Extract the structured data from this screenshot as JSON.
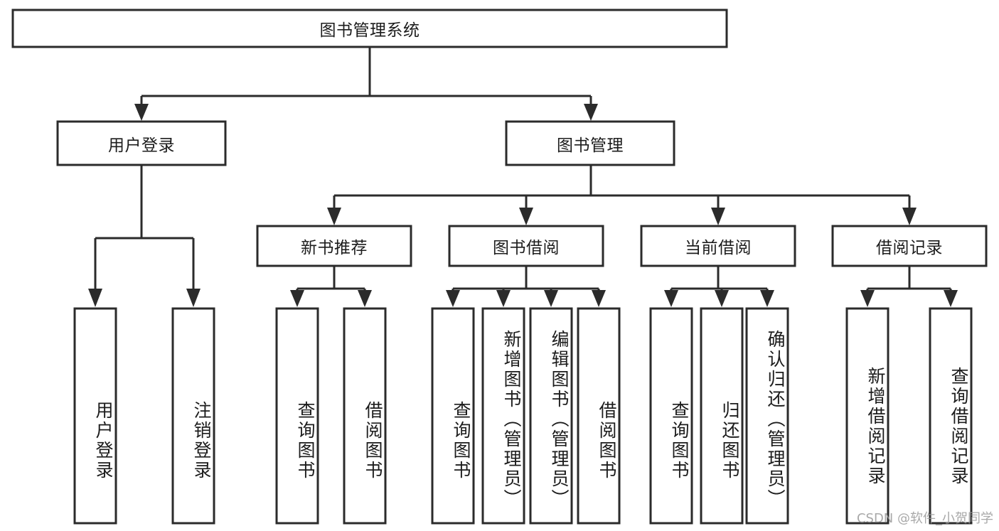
{
  "diagram": {
    "title": "图书管理系统",
    "type": "hierarchy-tree",
    "root": {
      "label": "图书管理系统"
    },
    "level2": [
      {
        "label": "用户登录"
      },
      {
        "label": "图书管理"
      }
    ],
    "level3": [
      {
        "label": "新书推荐"
      },
      {
        "label": "图书借阅"
      },
      {
        "label": "当前借阅"
      },
      {
        "label": "借阅记录"
      }
    ],
    "leaves": {
      "user_login": [
        {
          "label": "用户登录"
        },
        {
          "label": "注销登录"
        }
      ],
      "new_book_recommend": [
        {
          "label": "查询图书"
        },
        {
          "label": "借阅图书"
        }
      ],
      "book_borrow": [
        {
          "label": "查询图书"
        },
        {
          "label": "新增图书（管理员）"
        },
        {
          "label": "编辑图书（管理员）"
        },
        {
          "label": "借阅图书"
        }
      ],
      "current_borrow": [
        {
          "label": "查询图书"
        },
        {
          "label": "归还图书"
        },
        {
          "label": "确认归还（管理员）"
        }
      ],
      "borrow_record": [
        {
          "label": "新增借阅记录"
        },
        {
          "label": "查询借阅记录"
        }
      ]
    }
  },
  "watermark": {
    "text": "CSDN @软件_小贺同学"
  },
  "colors": {
    "stroke": "#2b2b2b",
    "background": "#ffffff",
    "text": "#1c1c1c",
    "watermark": "#9a9a9a"
  }
}
